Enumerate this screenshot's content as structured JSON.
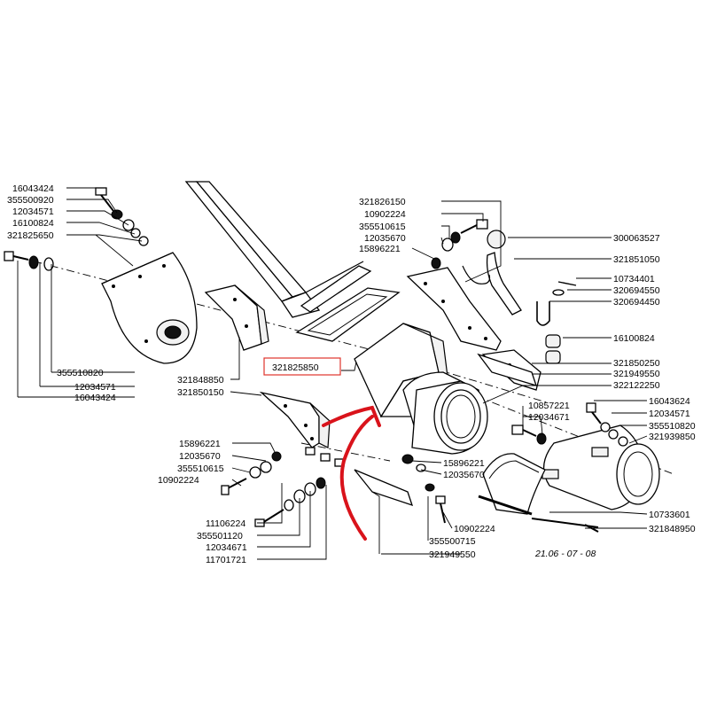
{
  "diagram": {
    "labels_left": [
      "16043424",
      "355500920",
      "12034571",
      "16100824",
      "321825650",
      "355510820",
      "12034571",
      "16043424",
      "321848850",
      "321850150",
      "15896221",
      "12035670",
      "355510615",
      "10902224",
      "11106224",
      "355501120",
      "12034671",
      "11701721"
    ],
    "labels_center": [
      "321826150",
      "10902224",
      "355510615",
      "12035670",
      "15896221",
      "15896221",
      "12035670",
      "10902224",
      "355500715",
      "321949550"
    ],
    "labels_right": [
      "300063527",
      "321851050",
      "10734401",
      "320694550",
      "320694450",
      "16100824",
      "321850250",
      "321949550",
      "322122250",
      "10857221",
      "12034671",
      "16043624",
      "12034571",
      "355510820",
      "321939850",
      "10733601",
      "321848950"
    ],
    "highlighted_part": "321825850",
    "caption": "21.06 - 07 - 08",
    "highlight_color": "#e0342c",
    "arrow_color": "#d9131b"
  }
}
